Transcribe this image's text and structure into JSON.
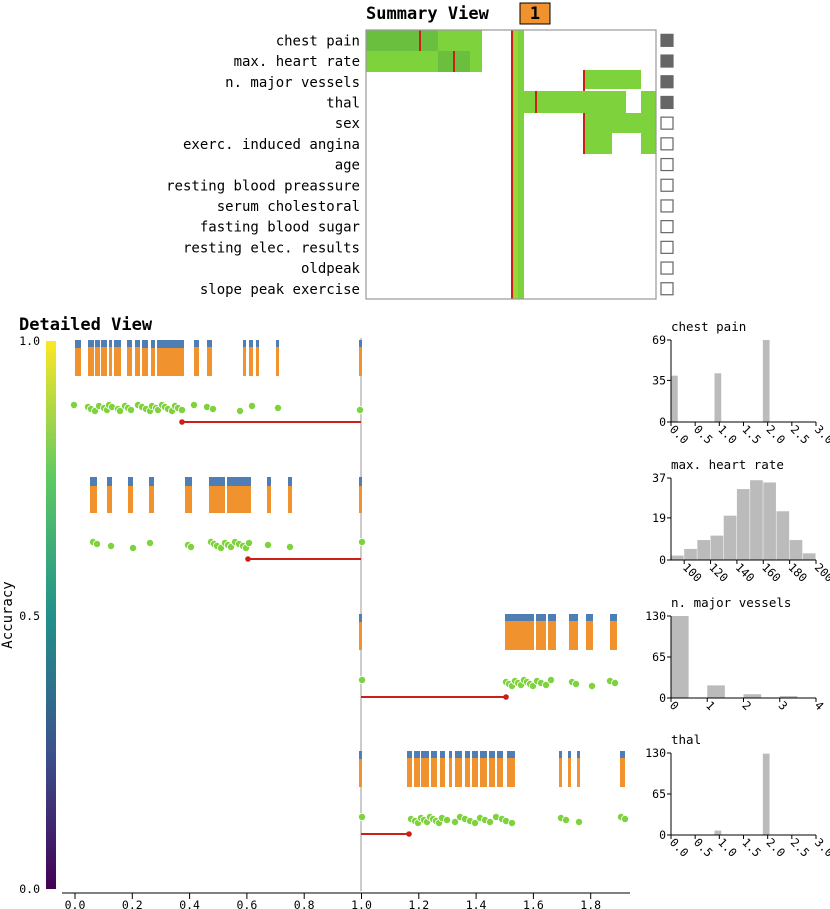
{
  "summary": {
    "title": "Summary View",
    "badge": "1",
    "features": [
      "chest pain",
      "max. heart rate",
      "n. major vessels",
      "thal",
      "sex",
      "exerc. induced angina",
      "age",
      "resting blood preassure",
      "serum cholestoral",
      "fasting blood sugar",
      "resting elec. results",
      "oldpeak",
      "slope peak exercise"
    ],
    "checked": [
      true,
      true,
      true,
      true,
      false,
      false,
      false,
      false,
      false,
      false,
      false,
      false,
      false
    ],
    "colors": {
      "dark": "#6abf3f",
      "mid": "#7ed23c",
      "light": "#9ad63a",
      "split": "#cc1f1a",
      "grey": "#aaaaaa",
      "check": "#666666"
    }
  },
  "detailed": {
    "title": "Detailed View",
    "axis_label": "Accuracy",
    "colorbar_ticks": [
      "1.0",
      "0.5",
      "0.0"
    ],
    "x_ticks": [
      "0.0",
      "0.2",
      "0.4",
      "0.6",
      "0.8",
      "1.0",
      "1.2",
      "1.4",
      "1.6",
      "1.8"
    ]
  },
  "chart_data": [
    {
      "type": "bar",
      "title": "chest pain",
      "x_ticks": [
        "0.0",
        "0.5",
        "1.0",
        "1.5",
        "2.0",
        "2.5",
        "3.0"
      ],
      "y_ticks": [
        "69",
        "35",
        "0"
      ],
      "bins": [
        [
          0.0,
          0.15,
          39
        ],
        [
          0.9,
          1.05,
          41
        ],
        [
          1.9,
          2.05,
          69
        ]
      ],
      "xlim": [
        0,
        3
      ],
      "ylim": [
        0,
        69
      ]
    },
    {
      "type": "bar",
      "title": "max. heart rate",
      "x_ticks": [
        "100",
        "120",
        "140",
        "160",
        "180",
        "200"
      ],
      "y_ticks": [
        "37",
        "19",
        "0"
      ],
      "bins": [
        [
          90,
          100,
          2
        ],
        [
          100,
          110,
          5
        ],
        [
          110,
          120,
          9
        ],
        [
          120,
          130,
          11
        ],
        [
          130,
          140,
          20
        ],
        [
          140,
          150,
          32
        ],
        [
          150,
          160,
          36
        ],
        [
          160,
          170,
          35
        ],
        [
          170,
          180,
          22
        ],
        [
          180,
          190,
          9
        ],
        [
          190,
          200,
          3
        ]
      ],
      "xlim": [
        90,
        200
      ],
      "ylim": [
        0,
        37
      ]
    },
    {
      "type": "bar",
      "title": "n. major vessels",
      "x_ticks": [
        "0",
        "1",
        "2",
        "3",
        "4"
      ],
      "y_ticks": [
        "130",
        "65",
        "0"
      ],
      "bins": [
        [
          0.0,
          0.5,
          130
        ],
        [
          1.0,
          1.5,
          20
        ],
        [
          2.0,
          2.5,
          6
        ],
        [
          3.0,
          3.5,
          3
        ]
      ],
      "xlim": [
        0,
        4
      ],
      "ylim": [
        0,
        130
      ]
    },
    {
      "type": "bar",
      "title": "thal",
      "x_ticks": [
        "0.0",
        "0.5",
        "1.0",
        "1.5",
        "2.0",
        "2.5",
        "3.0"
      ],
      "y_ticks": [
        "130",
        "65",
        "0"
      ],
      "bins": [
        [
          0.9,
          1.05,
          7
        ],
        [
          1.9,
          2.05,
          129
        ]
      ],
      "xlim": [
        0,
        3
      ],
      "ylim": [
        0,
        130
      ]
    }
  ]
}
